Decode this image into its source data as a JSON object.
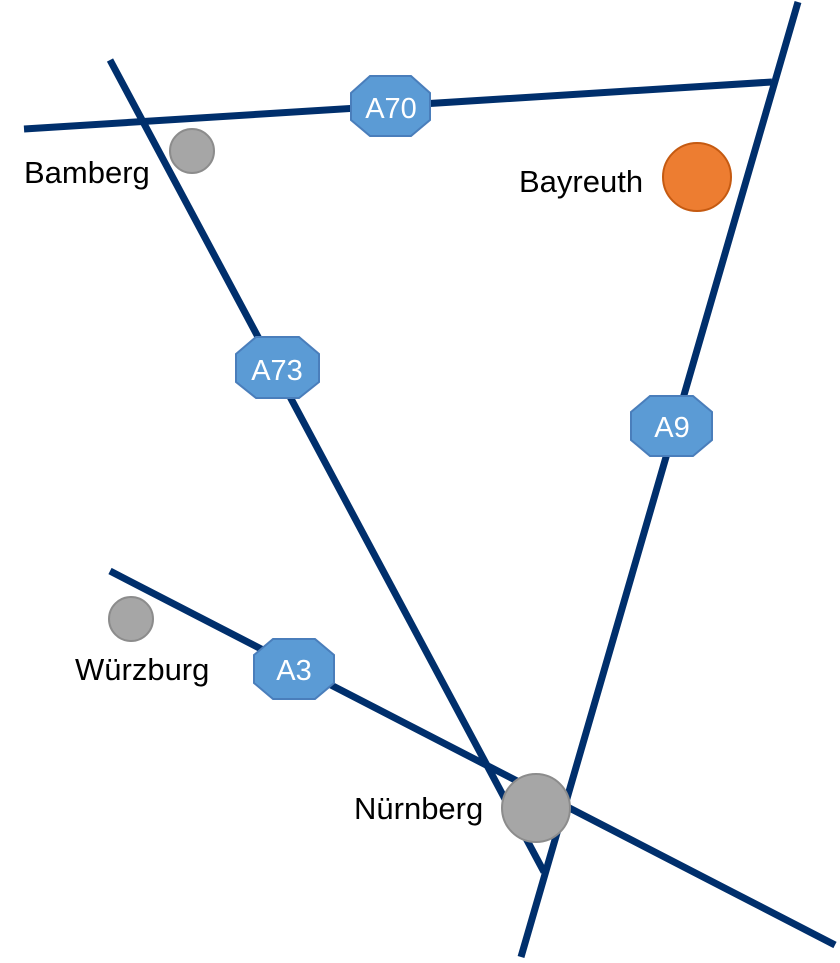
{
  "colors": {
    "road": "#002f6c",
    "shield_fill": "#5b9bd5",
    "shield_border": "#4a7ebb",
    "city_default": "#a6a6a6",
    "city_default_border": "#8c8c8c",
    "city_highlight": "#ed7d31",
    "city_highlight_border": "#c55a11"
  },
  "roads": [
    {
      "name": "A70",
      "shield": "A70"
    },
    {
      "name": "A73",
      "shield": "A73"
    },
    {
      "name": "A9",
      "shield": "A9"
    },
    {
      "name": "A3",
      "shield": "A3"
    }
  ],
  "cities": [
    {
      "name": "Bamberg",
      "highlighted": false
    },
    {
      "name": "Bayreuth",
      "highlighted": true
    },
    {
      "name": "Würzburg",
      "highlighted": false
    },
    {
      "name": "Nürnberg",
      "highlighted": false
    }
  ]
}
